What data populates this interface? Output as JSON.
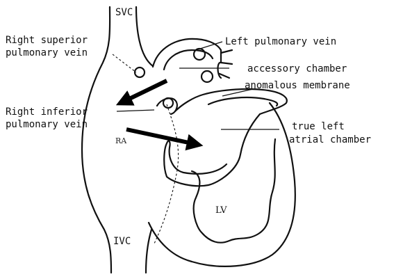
{
  "labels": {
    "svc": "SVC",
    "ivc": "IVC",
    "ra": "RA",
    "lv": "LV",
    "right_superior_line1": "Right superior",
    "right_superior_line2": "pulmonary vein",
    "right_inferior_line1": "Right inferior",
    "right_inferior_line2": "pulmonary vein",
    "left_pulmonary_vein": "Left pulmonary vein",
    "accessory_chamber": "accessory chamber",
    "anomalous_membrane": "anomalous membrane",
    "true_left_line1": "true left",
    "true_left_line2": "atrial chamber"
  },
  "colors": {
    "ink": "#111111",
    "background": "#ffffff"
  }
}
